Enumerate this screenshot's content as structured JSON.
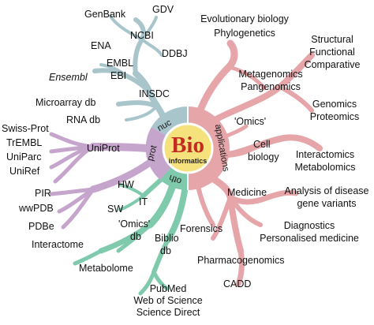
{
  "center": {
    "title": "Bio",
    "subtitle": "informatics"
  },
  "segments": {
    "nuc": "nuc",
    "prot": "prot",
    "oth": "oth",
    "applications": "applications"
  },
  "colors": {
    "nuc": "#a8c5cc",
    "prot": "#c6a5cc",
    "oth": "#7fc9ad",
    "applications": "#e5a5a9",
    "center_fill": "#f6e27d"
  },
  "labels": {
    "genbank": "GenBank",
    "gdv": "GDV",
    "ncbi": "NCBI",
    "ena": "ENA",
    "ddbj": "DDBJ",
    "embl": "EMBL",
    "ebi": "EBI",
    "ensembl": "Ensembl",
    "insdc": "INSDC",
    "microarray": "Microarray db",
    "rnadb": "RNA db",
    "swissprot": "Swiss-Prot",
    "trembl": "TrEMBL",
    "uniparc": "UniParc",
    "uniref": "UniRef",
    "uniprot": "UniProt",
    "pir": "PIR",
    "wwpdb": "wwPDB",
    "pdbe": "PDBe",
    "hw": "HW",
    "it": "IT",
    "sw": "SW",
    "omics_db_1": "'Omics'",
    "omics_db_2": "db",
    "interactome": "Interactome",
    "metabolome": "Metabolome",
    "biblio_1": "Biblio",
    "biblio_2": "db",
    "pubmed": "PubMed",
    "wos": "Web of Science",
    "sciencedirect": "Science Direct",
    "evo_1": "Evolutionary biology",
    "evo_2": "Phylogenetics",
    "struct_1": "Structural",
    "struct_2": "Functional",
    "struct_3": "Comparative",
    "metagen_1": "Metagenomics",
    "metagen_2": "Pangenomics",
    "genomics_1": "Genomics",
    "genomics_2": "Proteomics",
    "omics": "'Omics'",
    "cell_1": "Cell",
    "cell_2": "biology",
    "interact_1": "Interactomics",
    "interact_2": "Metabolomics",
    "medicine": "Medicine",
    "disease_1": "Analysis of disease",
    "disease_2": "gene variants",
    "diag_1": "Diagnostics",
    "diag_2": "Personalised medicine",
    "forensics": "Forensics",
    "pharmaco": "Pharmacogenomics",
    "cadd": "CADD"
  }
}
